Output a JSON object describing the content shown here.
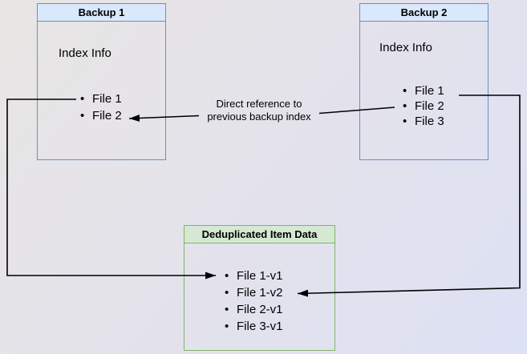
{
  "diagram": {
    "background": {
      "gradient_start": "#e8e6e4",
      "gradient_end": "#dde1f4"
    },
    "backup1": {
      "title": "Backup 1",
      "section_label": "Index Info",
      "items": [
        "File 1",
        "File 2"
      ],
      "border_color": "#6c8ebf",
      "header_fill": "#dae8fc"
    },
    "backup2": {
      "title": "Backup 2",
      "section_label": "Index Info",
      "items": [
        "File 1",
        "File 2",
        "File 3"
      ],
      "border_color": "#6c8ebf",
      "header_fill": "#dae8fc"
    },
    "dedup": {
      "title": "Deduplicated Item Data",
      "items": [
        "File 1-v1",
        "File 1-v2",
        "File 2-v1",
        "File 3-v1"
      ],
      "border_color": "#82b366",
      "header_fill": "#d5e8d4"
    },
    "annotation": {
      "line1": "Direct reference to",
      "line2": "previous backup index"
    },
    "arrow_color": "#000000"
  }
}
